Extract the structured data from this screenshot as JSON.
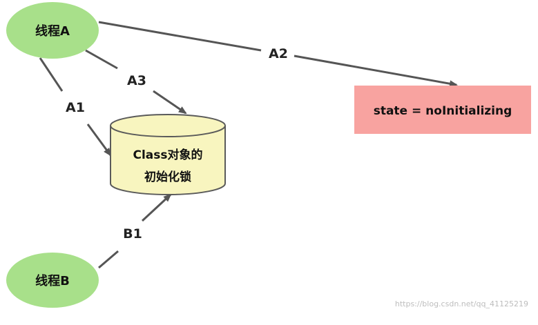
{
  "nodes": {
    "thread_a": {
      "label": "线程A",
      "fill": "#a8e08a"
    },
    "thread_b": {
      "label": "线程B",
      "fill": "#a8e08a"
    },
    "init_lock": {
      "line1": "Class对象的",
      "line2": "初始化锁",
      "fill": "#f8f5bf",
      "stroke": "#5a5a5a"
    },
    "state_box": {
      "label": "state = noInitializing",
      "fill": "#f8a3a0"
    }
  },
  "edges": {
    "a1": {
      "label": "A1"
    },
    "a2": {
      "label": "A2"
    },
    "a3": {
      "label": "A3"
    },
    "b1": {
      "label": "B1"
    }
  },
  "colors": {
    "arrow": "#555555",
    "text": "#111111"
  },
  "watermark": "https://blog.csdn.net/qq_41125219"
}
